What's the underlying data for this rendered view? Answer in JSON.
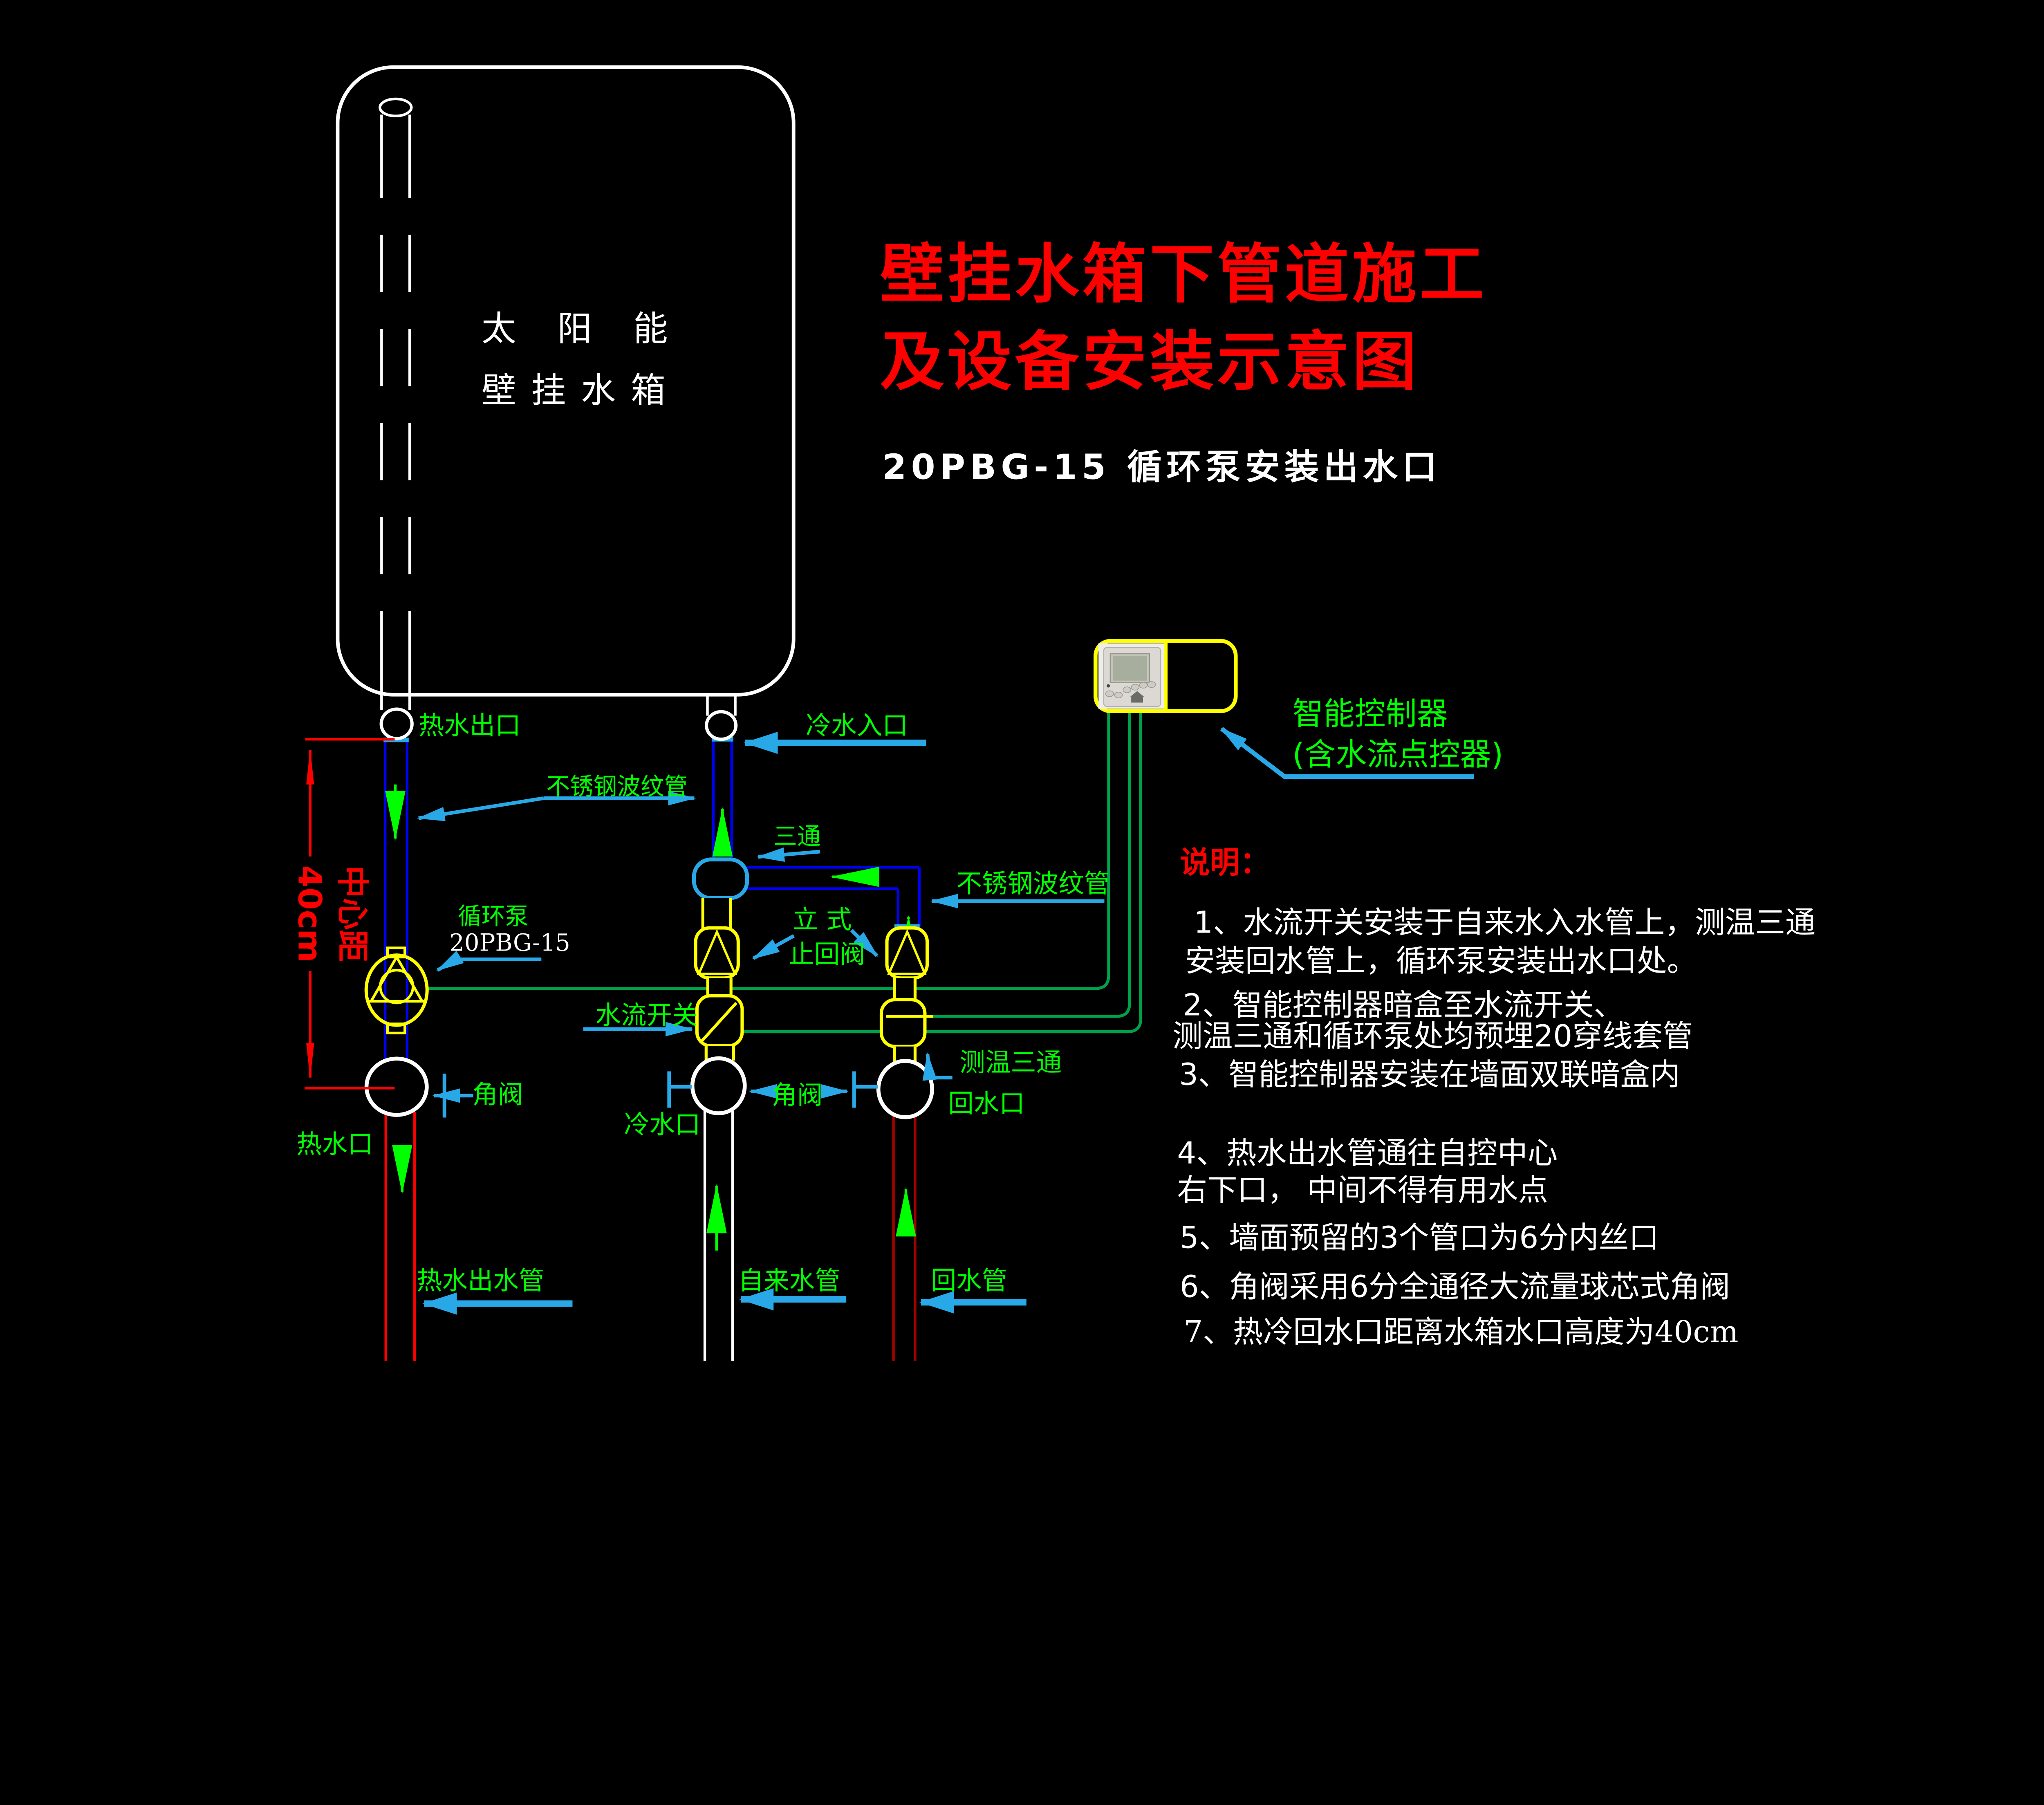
{
  "colors": {
    "background": "#000000",
    "title_red": "#FF0000",
    "label_green": "#00FF00",
    "wire_green": "#00A14B",
    "leader_cyan": "#29A8E8",
    "pipe_blue": "#0000F2",
    "hot_pipe_red": "#FF0000",
    "return_pipe_dark_red": "#A30000",
    "fitting_yellow": "#FFFF00",
    "outline_white": "#FFFFFF"
  },
  "title": {
    "line1": "壁挂水箱下管道施工",
    "line2": "及设备安装示意图",
    "subtitle": "20PBG-15 循环泵安装出水口"
  },
  "tank": {
    "line1": "太 阳 能",
    "line2": "壁挂水箱"
  },
  "controller": {
    "label_line1": "智能控制器",
    "label_line2": "(含水流点控器)"
  },
  "dimension": {
    "label": "中心距",
    "value": "40cm"
  },
  "labels": {
    "hot_outlet": "热水出口",
    "cold_inlet": "冷水入口",
    "flex_hose_left": "不锈钢波纹管",
    "flex_hose_right": "不锈钢波纹管",
    "tee": "三通",
    "check_valve_line1": "立 式",
    "check_valve_line2": "止回阀",
    "pump": "循环泵",
    "pump_model": "20PBG-15",
    "flow_switch": "水流开关",
    "temp_tee": "测温三通",
    "angle_valve_left": "角阀",
    "angle_valve_mid": "角阀",
    "hot_port": "热水口",
    "cold_port": "冷水口",
    "return_port": "回水口",
    "hot_pipe": "热水出水管",
    "tap_pipe": "自来水管",
    "return_pipe": "回水管"
  },
  "notes": {
    "heading": "说明：",
    "lines": [
      "1、水流开关安装于自来水入水管上，测温三通",
      "安装回水管上，循环泵安装出水口处。",
      "2、智能控制器暗盒至水流开关、",
      "测温三通和循环泵处均预埋20穿线套管",
      "3、智能控制器安装在墙面双联暗盒内",
      "4、热水出水管通往自控中心",
      "右下口， 中间不得有用水点",
      "5、墙面预留的3个管口为6分内丝口",
      "6、角阀采用6分全通径大流量球芯式角阀",
      "7、热冷回水口距离水箱水口高度为40cm"
    ]
  }
}
